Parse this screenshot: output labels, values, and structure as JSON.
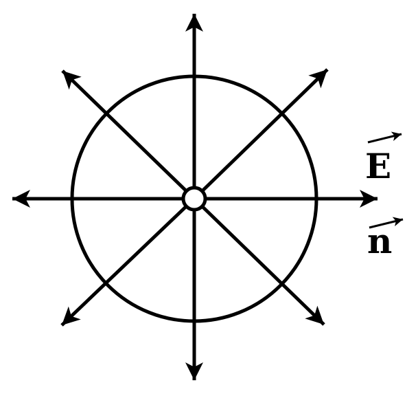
{
  "diagram": {
    "labels": {
      "field": "E",
      "normal": "n"
    },
    "ray_count": 8,
    "colors": {
      "stroke": "#000000",
      "background": "#ffffff"
    }
  }
}
